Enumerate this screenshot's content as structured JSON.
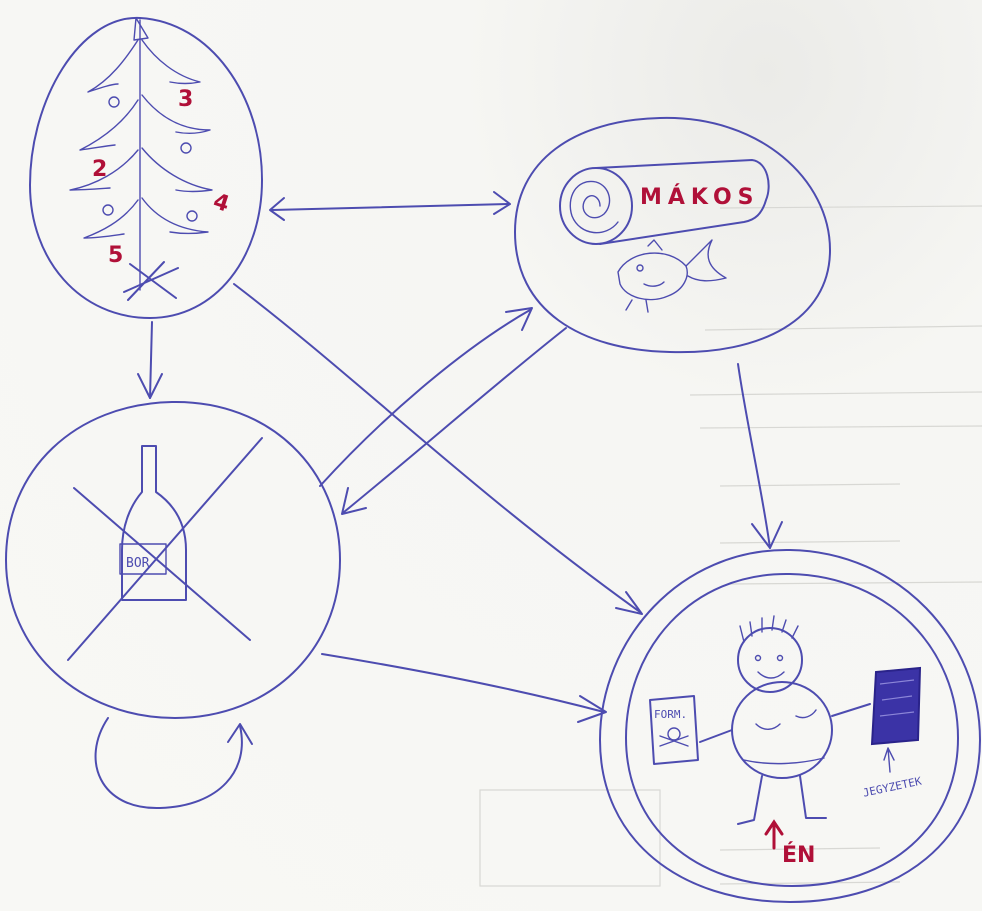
{
  "diagram": {
    "ink_color": "#4d4cb0",
    "label_color": "#b01038",
    "nodes": {
      "tree": {
        "kind": "christmas-tree-icon",
        "ornament_numbers": [
          "3",
          "2",
          "4",
          "5"
        ]
      },
      "roll": {
        "kind": "cake-roll-icon",
        "label": "MÁKOS",
        "secondary": "fish-icon"
      },
      "bottle": {
        "kind": "crossed-bottle-icon",
        "bottle_label": "BOR"
      },
      "person": {
        "kind": "person-icon",
        "caption": "ÉN",
        "left_item_label": "FORM.",
        "right_item_label": "JEGYZETEK"
      }
    },
    "edges": [
      {
        "from": "tree",
        "to": "roll",
        "style": "double-headed"
      },
      {
        "from": "tree",
        "to": "bottle"
      },
      {
        "from": "tree",
        "to": "person"
      },
      {
        "from": "roll",
        "to": "person"
      },
      {
        "from": "roll",
        "to": "bottle"
      },
      {
        "from": "bottle",
        "to": "roll"
      },
      {
        "from": "bottle",
        "to": "person"
      },
      {
        "from": "bottle",
        "to": "bottle",
        "style": "self-loop"
      }
    ]
  }
}
